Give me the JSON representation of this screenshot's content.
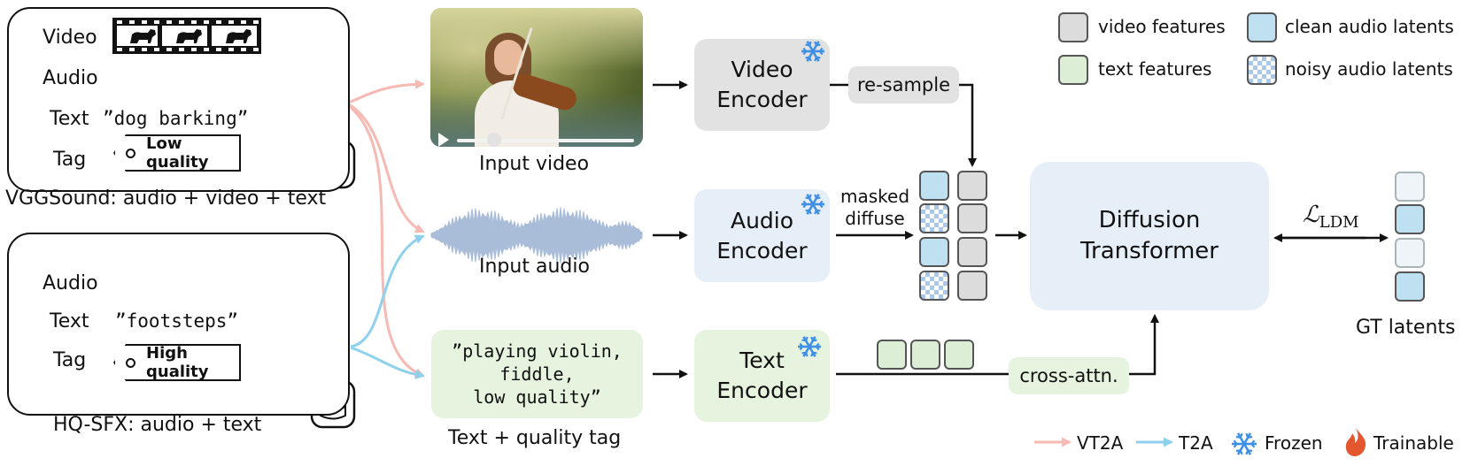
{
  "datasets": {
    "vggsound": {
      "rows": {
        "video": "Video",
        "audio": "Audio",
        "text": "Text",
        "tag": "Tag"
      },
      "text_value": "”dog barking”",
      "tag_value": "Low quality",
      "caption": "VGGSound: audio + video + text"
    },
    "hqsfx": {
      "rows": {
        "audio": "Audio",
        "text": "Text",
        "tag": "Tag"
      },
      "text_value": "”footsteps”",
      "tag_value": "High quality",
      "caption": "HQ-SFX: audio + text"
    }
  },
  "inputs": {
    "video_caption": "Input video",
    "audio_caption": "Input audio",
    "text_prompt": [
      "”playing violin,",
      "fiddle,",
      "low quality”"
    ],
    "text_caption": "Text + quality tag"
  },
  "encoders": {
    "video": [
      "Video",
      "Encoder"
    ],
    "audio": [
      "Audio",
      "Encoder"
    ],
    "text": [
      "Text",
      "Encoder"
    ]
  },
  "ops": {
    "resample": "re-sample",
    "masked_diffuse": [
      "masked",
      "diffuse"
    ],
    "cross_attn": "cross-attn."
  },
  "transformer": [
    "Diffusion",
    "Transformer"
  ],
  "loss_label": "LDM",
  "gt_label": "GT latents",
  "legend": {
    "video_features": "video features",
    "clean_audio_latents": "clean audio latents",
    "text_features": "text features",
    "noisy_audio_latents": "noisy audio latents",
    "vt2a": "VT2A",
    "t2a": "T2A",
    "frozen": "Frozen",
    "trainable": "Trainable"
  },
  "colors": {
    "vt2a": "#f7b9b3",
    "t2a": "#8fd0ec",
    "frozen": "#3f8fe6",
    "trainable": "#e4572e",
    "video_feature": "#dcdcdc",
    "audio_latent": "#bfe0f1",
    "text_feature": "#dcefd6",
    "encoder_gray": "#e2e2e2",
    "encoder_blue": "#e6eff8",
    "encoder_green": "#e5f3df",
    "transformer_bg": "#e6eff8"
  }
}
